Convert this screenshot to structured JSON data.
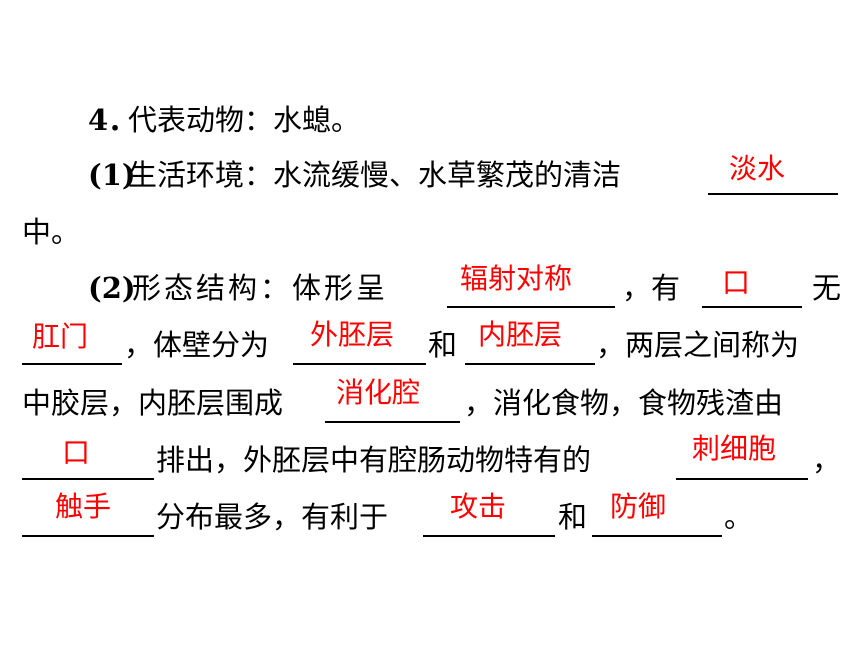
{
  "heading": {
    "number": "4．",
    "text": "代表动物：水螅。"
  },
  "p1": {
    "label": "(1)",
    "text_before": "生活环境：水流缓慢、水草繁茂的清洁",
    "answer": "淡水",
    "text_after": "中。"
  },
  "p2": {
    "label": "(2)",
    "seg1": "形态结构：体形呈",
    "ans_symmetry": "辐射对称",
    "seg2": "，有",
    "ans_mouth": "口",
    "seg3": "无",
    "ans_anus": "肛门",
    "seg4": "，体壁分为",
    "ans_ectoderm": "外胚层",
    "seg5": "和",
    "ans_endoderm": "内胚层",
    "seg6": "，两层之间称为",
    "seg7": "中胶层，内胚层围成",
    "ans_cavity": "消化腔",
    "seg8": "，消化食物，食物残渣由",
    "ans_mouth2": "口",
    "seg9": "排出，外胚层中有腔肠动物特有的",
    "ans_cnidocyte": "刺细胞",
    "seg10": "，",
    "ans_tentacle": "触手",
    "seg11": "分布最多，有利于",
    "ans_attack": "攻击",
    "seg12": "和",
    "ans_defense": "防御",
    "seg13": "。"
  }
}
